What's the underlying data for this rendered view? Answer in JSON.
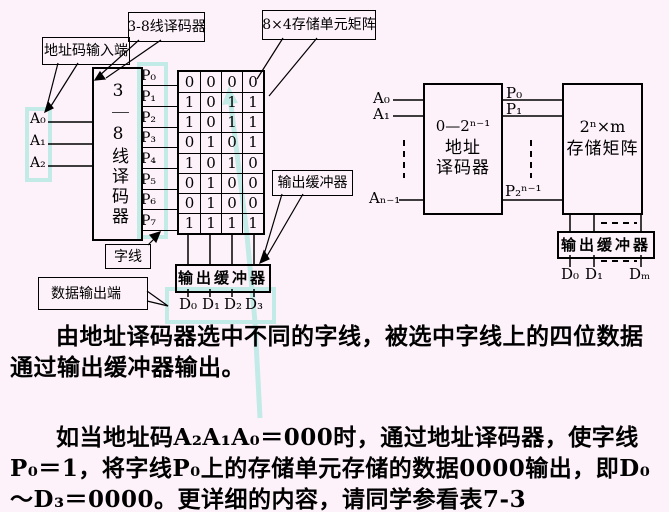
{
  "colors": {
    "background": "#fdf2fa",
    "highlight_cyan": "#c2eae6",
    "ink": "#000000"
  },
  "callouts": {
    "address_input": "地址码输入端",
    "decoder": "3-8线译码器",
    "cell_matrix": "8×4存储单元矩阵",
    "output_buffer": "输出缓冲器",
    "word_line": "字线",
    "data_output": "数据输出端"
  },
  "left_diagram": {
    "decoder_label": "3｜8线译码器",
    "address_inputs": [
      "A₀",
      "A₁",
      "A₂"
    ],
    "word_lines": [
      "P₀",
      "P₁",
      "P₂",
      "P₃",
      "P₄",
      "P₅",
      "P₆",
      "P₇"
    ],
    "matrix": [
      [
        "0",
        "0",
        "0",
        "0"
      ],
      [
        "1",
        "0",
        "1",
        "1"
      ],
      [
        "1",
        "0",
        "1",
        "1"
      ],
      [
        "0",
        "1",
        "0",
        "1"
      ],
      [
        "1",
        "0",
        "1",
        "0"
      ],
      [
        "0",
        "1",
        "0",
        "0"
      ],
      [
        "0",
        "1",
        "0",
        "0"
      ],
      [
        "1",
        "1",
        "1",
        "1"
      ]
    ],
    "buffer_label": "输出缓冲器",
    "data_outputs": [
      "D₀",
      "D₁",
      "D₂",
      "D₃"
    ]
  },
  "right_diagram": {
    "address_inputs": [
      "A₀",
      "A₁",
      "Aₙ₋₁"
    ],
    "decoder_range": "0—2ⁿ⁻¹",
    "decoder_name_line1": "地址",
    "decoder_name_line2": "译码器",
    "word_lines": [
      "P₀",
      "P₁",
      "P₂ⁿ⁻¹"
    ],
    "matrix_size": "2ⁿ×m",
    "matrix_name": "存储矩阵",
    "buffer_label": "输出缓冲器",
    "data_outputs": [
      "D₀",
      "D₁",
      "Dₘ"
    ]
  },
  "paragraphs": {
    "p1": "由地址译码器选中不同的字线，被选中字线上的四位数据通过输出缓冲器输出。",
    "p2": "如当地址码A₂A₁A₀＝000时，通过地址译码器，使字线P₀＝1，将字线P₀上的存储单元存储的数据0000输出，即D₀～D₃＝0000。更详细的内容，请同学参看表7-3"
  }
}
